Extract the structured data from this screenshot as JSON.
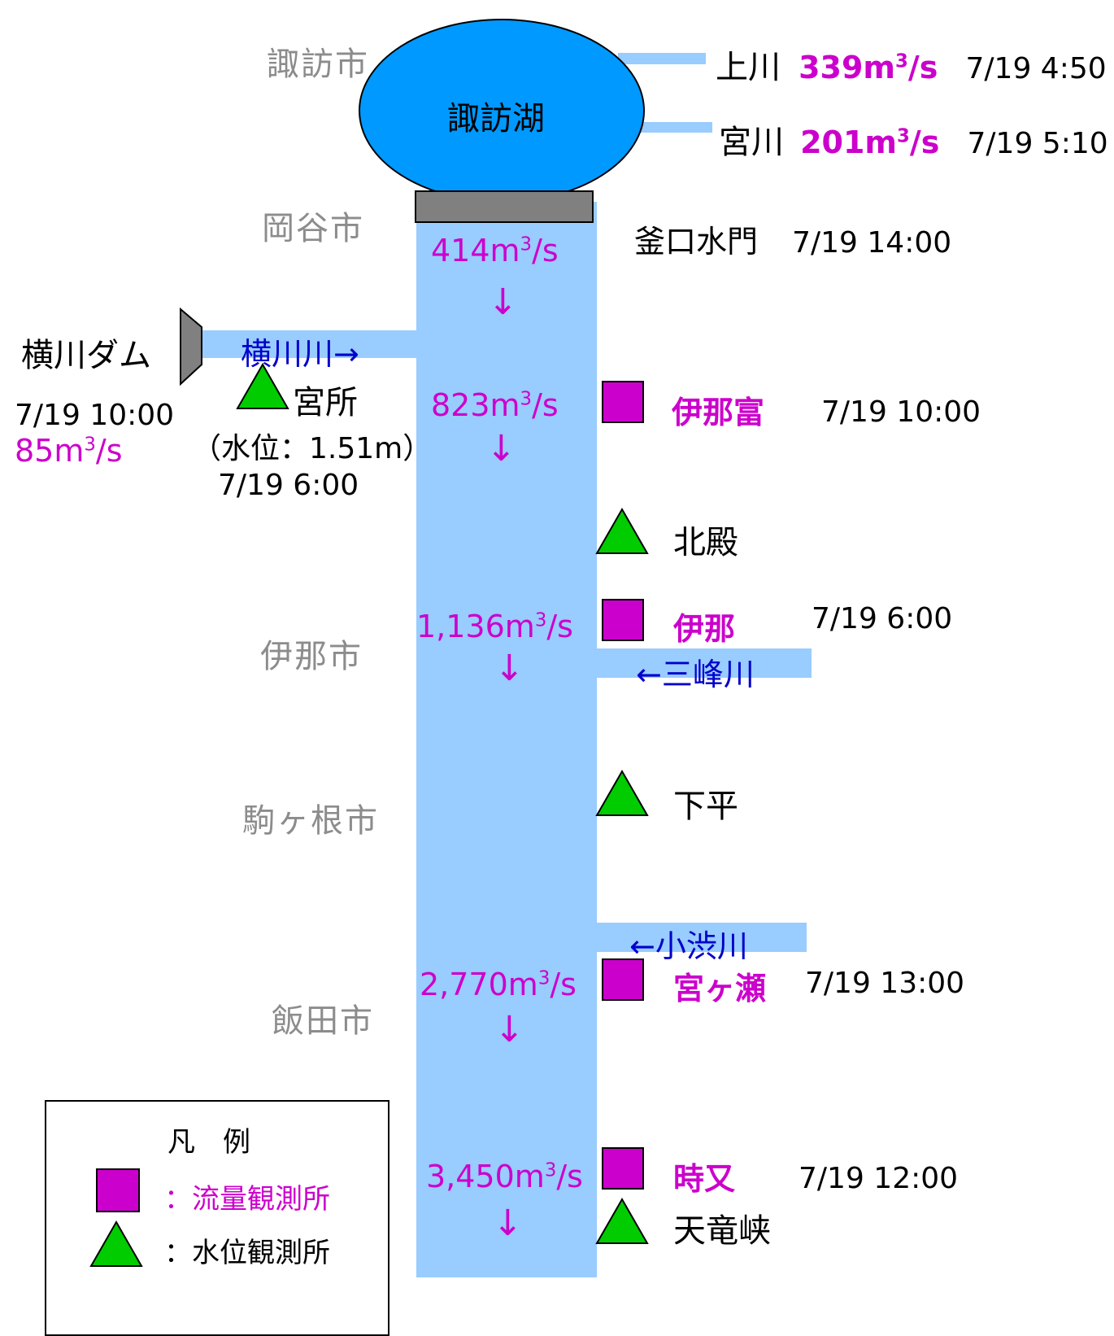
{
  "lake": {
    "name": "諏訪湖"
  },
  "cities": {
    "suwa": "諏訪市",
    "okaya": "岡谷市",
    "ina": "伊那市",
    "komagane": "駒ヶ根市",
    "iida": "飯田市"
  },
  "inflows": [
    {
      "name": "上川",
      "flow": "339",
      "unit": "m³/s",
      "time": "7/19 4:50"
    },
    {
      "name": "宮川",
      "flow": "201",
      "unit": "m³/s",
      "time": "7/19 5:10"
    }
  ],
  "gate": {
    "name": "釜口水門",
    "time": "7/19 14:00"
  },
  "main_flows": [
    {
      "value": "414m³/s",
      "arrow": "↓"
    },
    {
      "value": "823m³/s",
      "arrow": "↓"
    },
    {
      "value": "1,136m³/s",
      "arrow": "↓"
    },
    {
      "value": "2,770m³/s",
      "arrow": "↓"
    },
    {
      "value": "3,450m³/s",
      "arrow": "↓"
    }
  ],
  "dam": {
    "name": "横川ダム",
    "time": "7/19 10:00",
    "flow": "85m³/s"
  },
  "tributaries": {
    "yokokawa": "横川川→",
    "mibu": "←三峰川",
    "koshibu": "←小渋川"
  },
  "miyadokoro": {
    "name": "宮所",
    "level": "（水位：1.51m）",
    "time": "7/19 6:00"
  },
  "stations": [
    {
      "type": "flow",
      "name": "伊那富",
      "time": "7/19 10:00"
    },
    {
      "type": "level",
      "name": "北殿",
      "time": ""
    },
    {
      "type": "flow",
      "name": "伊那",
      "time": "7/19 6:00"
    },
    {
      "type": "level",
      "name": "下平",
      "time": ""
    },
    {
      "type": "flow",
      "name": "宮ヶ瀬",
      "time": "7/19 13:00"
    },
    {
      "type": "flow",
      "name": "時又",
      "time": "7/19 12:00"
    },
    {
      "type": "level",
      "name": "天竜峡",
      "time": ""
    }
  ],
  "legend": {
    "title": "凡　例",
    "flow_station": "：流量観測所",
    "level_station": "：水位観測所"
  },
  "colors": {
    "river": "#99ccff",
    "lake": "#0099ff",
    "flow_station": "#cc00cc",
    "level_station": "#00cc00",
    "gate": "#808080",
    "city": "#8c8c8c",
    "tributary_label": "#0000cc"
  }
}
